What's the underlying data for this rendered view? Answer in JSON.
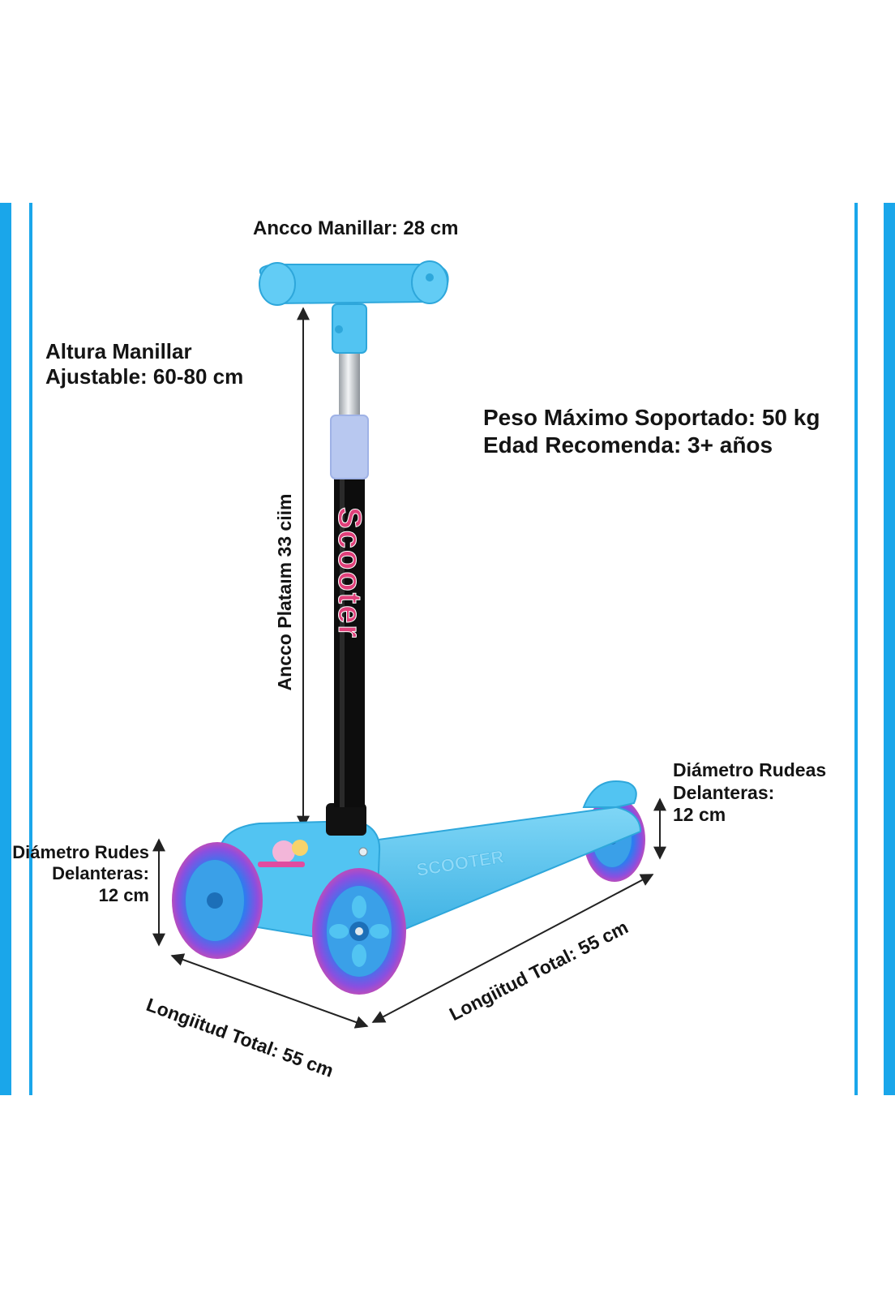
{
  "colors": {
    "frame": "#1aa6ea",
    "scooter_body": "#52c4f2",
    "scooter_body_dark": "#2ea7db",
    "stem": "#0d0d0d",
    "dimension_line": "#222222",
    "wheel_glow_pink": "#e04ba0",
    "wheel_glow_blue": "#2b7df0"
  },
  "labels": {
    "handlebar_width": "Ancco Manillar: 28 cm",
    "handlebar_height_line1": "Altura Manillar",
    "handlebar_height_line2": "Ajustable: 60-80 cm",
    "max_weight": "Peso Máximo Soportado: 50 kg",
    "recommended_age": "Edad Recomenda: 3+ años",
    "platform_height": "Ancco Plataım 33 ciim",
    "rear_wheel_line1": "Diámetro Rudeas",
    "rear_wheel_line2": "Delanteras:",
    "rear_wheel_line3": "12 cm",
    "front_wheel_line1": "Diámetro Rudes",
    "front_wheel_line2": "Delanteras:",
    "front_wheel_line3": "12 cm",
    "total_length_left": "Longiitud Total: 55 cm",
    "total_length_right": "Longiitud Total: 55 cm"
  },
  "product": {
    "stem_brand": "Scooter",
    "deck_brand": "SCOOTER"
  },
  "icons": [
    "scooter-illustration",
    "dimension-arrow"
  ]
}
